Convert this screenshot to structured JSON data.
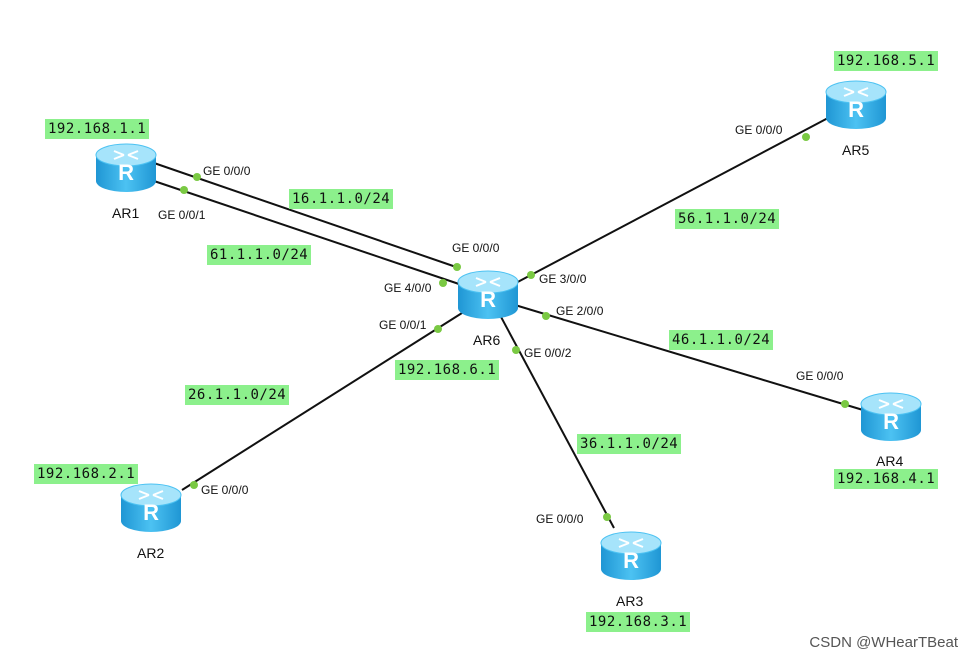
{
  "routers": {
    "ar1": {
      "name": "AR1",
      "ip": "192.168.1.1",
      "icon": "router-icon"
    },
    "ar2": {
      "name": "AR2",
      "ip": "192.168.2.1",
      "icon": "router-icon"
    },
    "ar3": {
      "name": "AR3",
      "ip": "192.168.3.1",
      "icon": "router-icon"
    },
    "ar4": {
      "name": "AR4",
      "ip": "192.168.4.1",
      "icon": "router-icon"
    },
    "ar5": {
      "name": "AR5",
      "ip": "192.168.5.1",
      "icon": "router-icon"
    },
    "ar6": {
      "name": "AR6",
      "ip": "192.168.6.1",
      "icon": "router-icon"
    }
  },
  "links": {
    "ar1_ar6_a": {
      "network": "16.1.1.0/24",
      "port_a": "GE 0/0/0",
      "port_b": "GE 0/0/0"
    },
    "ar1_ar6_b": {
      "network": "61.1.1.0/24",
      "port_a": "GE 0/0/1",
      "port_b": "GE 4/0/0"
    },
    "ar2_ar6": {
      "network": "26.1.1.0/24",
      "port_a": "GE 0/0/0",
      "port_b": "GE 0/0/1"
    },
    "ar3_ar6": {
      "network": "36.1.1.0/24",
      "port_a": "GE 0/0/0",
      "port_b": "GE 0/0/2"
    },
    "ar4_ar6": {
      "network": "46.1.1.0/24",
      "port_a": "GE 0/0/0",
      "port_b": "GE 2/0/0"
    },
    "ar5_ar6": {
      "network": "56.1.1.0/24",
      "port_a": "GE 0/0/0",
      "port_b": "GE 3/0/0"
    }
  },
  "colors": {
    "label_bg": "#8cf08c",
    "port_dot": "#7ac943",
    "router_body": "#3ab0e8",
    "router_top": "#9fe0fb",
    "link": "#111111"
  },
  "watermark": "CSDN @WHearTBeat"
}
